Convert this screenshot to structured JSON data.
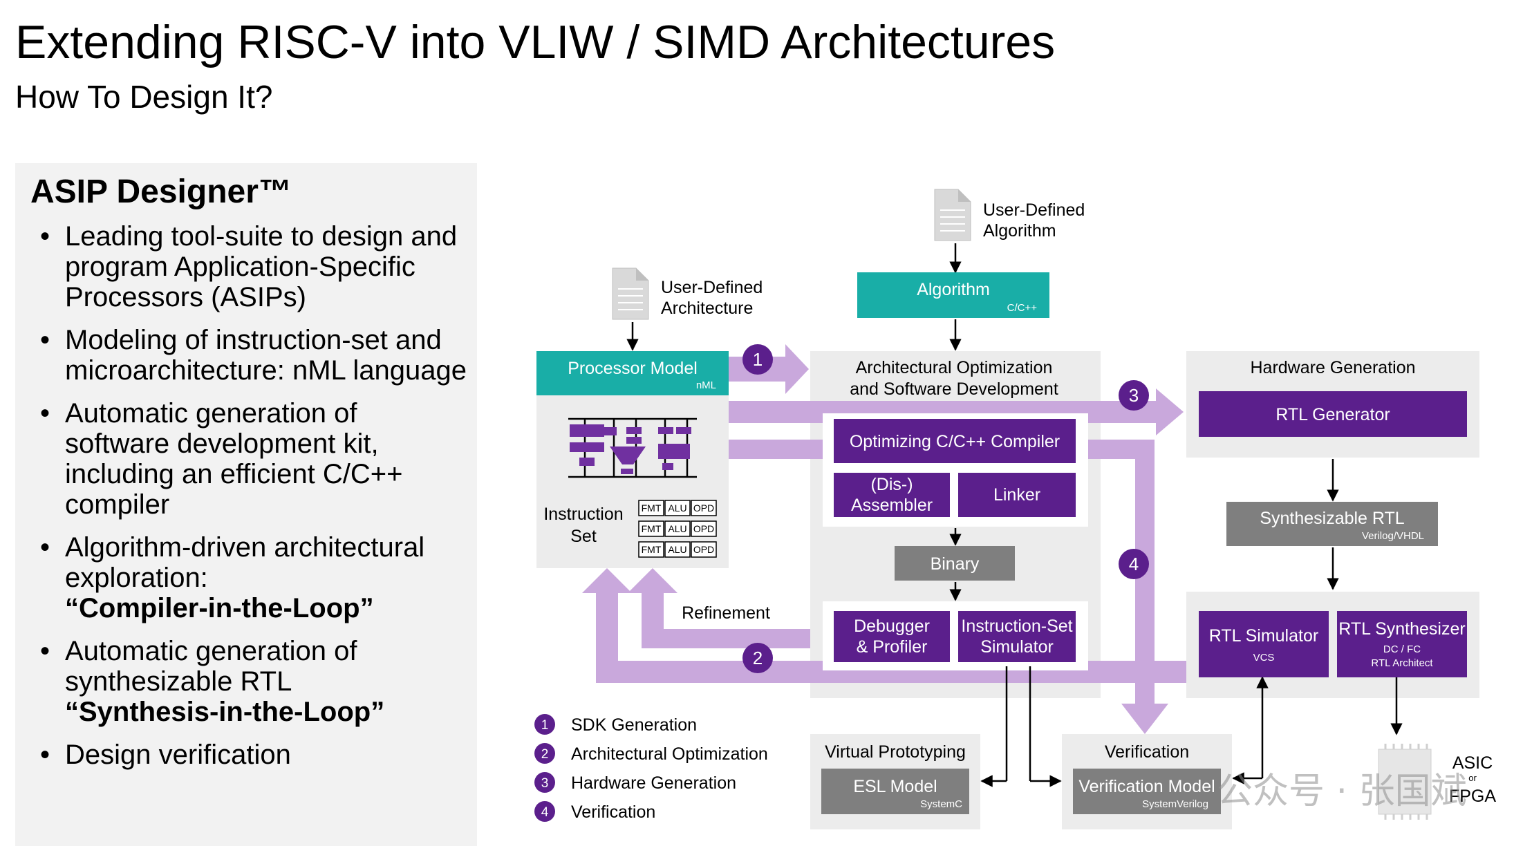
{
  "slide": {
    "title": "Extending RISC-V into VLIW / SIMD Architectures",
    "subtitle": "How To Design It?"
  },
  "panel": {
    "title": "ASIP Designer™",
    "bullets": [
      {
        "text": "Leading tool-suite to design and program Application-Specific Processors (ASIPs)",
        "emphasis": ""
      },
      {
        "text": "Modeling of instruction-set and microarchitecture: nML language",
        "emphasis": ""
      },
      {
        "text": "Automatic generation of software development kit, including an efficient C/C++ compiler",
        "emphasis": ""
      },
      {
        "text": "Algorithm-driven architectural exploration:",
        "emphasis": "“Compiler-in-the-Loop”"
      },
      {
        "text": "Automatic generation of synthesizable RTL",
        "emphasis": "“Synthesis-in-the-Loop”"
      },
      {
        "text": "Design verification",
        "emphasis": ""
      }
    ]
  },
  "diagram": {
    "user_arch": [
      "User-Defined",
      "Architecture"
    ],
    "user_algo": [
      "User-Defined",
      "Algorithm"
    ],
    "algorithm": {
      "label": "Algorithm",
      "sub": "C/C++"
    },
    "processor_model": {
      "label": "Processor Model",
      "sub": "nML"
    },
    "instruction_set": [
      "Instruction",
      "Set"
    ],
    "isa_fields": [
      "FMT",
      "ALU",
      "OPD"
    ],
    "arch_opt": [
      "Architectural Optimization",
      "and Software Development"
    ],
    "compiler": "Optimizing C/C++ Compiler",
    "assembler": [
      "(Dis-)",
      "Assembler"
    ],
    "linker": "Linker",
    "binary": "Binary",
    "debugger": [
      "Debugger",
      "& Profiler"
    ],
    "iss": [
      "Instruction-Set",
      "Simulator"
    ],
    "refinement": "Refinement",
    "hw_gen": {
      "title": "Hardware Generation",
      "rtl_generator": "RTL Generator"
    },
    "synth_rtl": {
      "label": "Synthesizable RTL",
      "sub": "Verilog/VHDL"
    },
    "rtl_sim": {
      "label": "RTL Simulator",
      "sub": "VCS"
    },
    "rtl_synth": {
      "label": "RTL Synthesizer",
      "sub1": "DC / FC",
      "sub2": "RTL Architect"
    },
    "virtual_proto": {
      "title": "Virtual Prototyping",
      "label": "ESL Model",
      "sub": "SystemC"
    },
    "verification": {
      "title": "Verification",
      "label": "Verification Model",
      "sub": "SystemVerilog"
    },
    "asic": {
      "top": "ASIC",
      "mid": "or",
      "bottom": "FPGA"
    },
    "steps": [
      "1",
      "2",
      "3",
      "4"
    ],
    "legend": [
      "SDK Generation",
      "Architectural Optimization",
      "Hardware Generation",
      "Verification"
    ],
    "watermark": "公众号 · 张国斌"
  },
  "colors": {
    "purple": "#5b1f8c",
    "teal": "#19aea7",
    "grey_box": "#7f7f7f",
    "light_grey": "#ececec",
    "arrow_light": "#c9a8dc"
  }
}
